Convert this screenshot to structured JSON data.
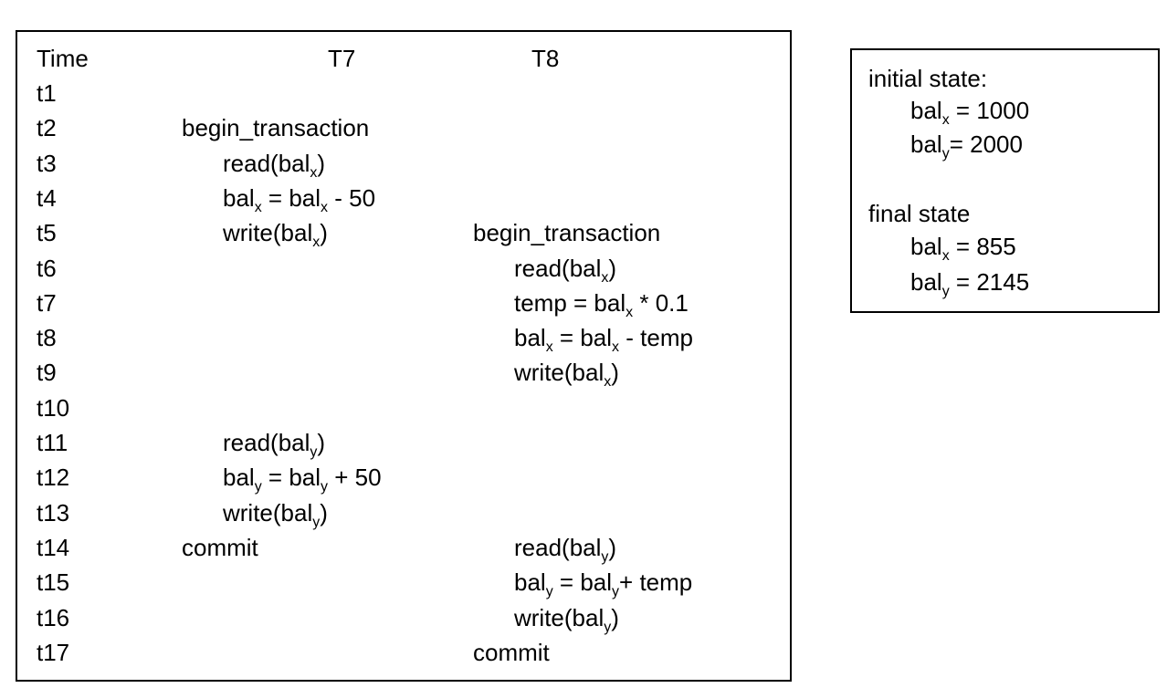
{
  "schedule": {
    "headers": {
      "time": "Time",
      "t7": "T7",
      "t8": "T8"
    },
    "rows": [
      {
        "time": "t1",
        "t7": [],
        "t8": []
      },
      {
        "time": "t2",
        "t7": [
          [
            "begin_transaction",
            ""
          ]
        ],
        "t8": []
      },
      {
        "time": "t3",
        "t7": [
          [
            "read(bal",
            "x",
            ")"
          ]
        ],
        "t8": []
      },
      {
        "time": "t4",
        "t7": [
          [
            "bal",
            "x",
            " = bal",
            "x",
            " - 50"
          ]
        ],
        "t8": []
      },
      {
        "time": "t5",
        "t7": [
          [
            "write(bal",
            "x",
            ")"
          ]
        ],
        "t8": [
          [
            "begin_transaction"
          ]
        ]
      },
      {
        "time": "t6",
        "t7": [],
        "t8": [
          [
            "read(bal",
            "x",
            ")"
          ]
        ]
      },
      {
        "time": "t7",
        "t7": [],
        "t8": [
          [
            "temp = bal",
            "x",
            " * 0.1"
          ]
        ]
      },
      {
        "time": "t8",
        "t7": [],
        "t8": [
          [
            "bal",
            "x",
            " = bal",
            "x",
            " - temp"
          ]
        ]
      },
      {
        "time": "t9",
        "t7": [],
        "t8": [
          [
            "write(bal",
            "x",
            ")"
          ]
        ]
      },
      {
        "time": "t10",
        "t7": [],
        "t8": []
      },
      {
        "time": "t11",
        "t7": [
          [
            "read(bal",
            "y",
            ")"
          ]
        ],
        "t8": []
      },
      {
        "time": "t12",
        "t7": [
          [
            "bal",
            "y",
            " = bal",
            "y",
            " + 50"
          ]
        ],
        "t8": []
      },
      {
        "time": "t13",
        "t7": [
          [
            "write(bal",
            "y",
            ")"
          ]
        ],
        "t8": []
      },
      {
        "time": "t14",
        "t7": [
          [
            "commit"
          ]
        ],
        "t8": [
          [
            "read(bal",
            "y",
            ")"
          ]
        ]
      },
      {
        "time": "t15",
        "t7": [],
        "t8": [
          [
            "bal",
            "y",
            " = bal",
            "y",
            "+ temp"
          ]
        ]
      },
      {
        "time": "t16",
        "t7": [],
        "t8": [
          [
            "write(bal",
            "y",
            ")"
          ]
        ]
      },
      {
        "time": "t17",
        "t7": [],
        "t8": [
          [
            "commit"
          ]
        ]
      }
    ]
  },
  "state": {
    "initial_label": "initial state:",
    "initial": [
      [
        "bal",
        "x",
        " = 1000"
      ],
      [
        "bal",
        "y",
        "= 2000"
      ]
    ],
    "final_label": "final state",
    "final": [
      [
        "bal",
        "x",
        " = 855"
      ],
      [
        "bal",
        "y",
        " = 2145"
      ]
    ]
  }
}
